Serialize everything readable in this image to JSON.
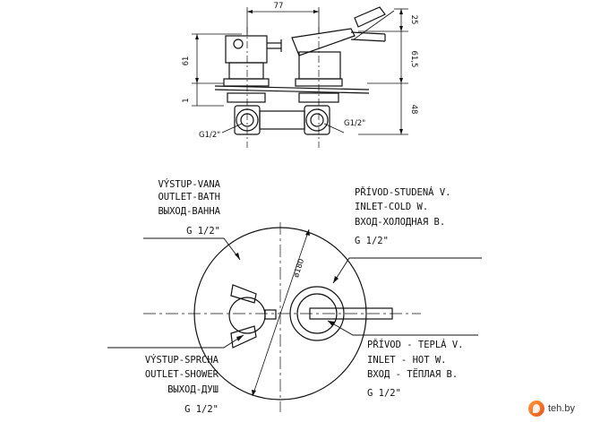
{
  "top_view": {
    "dim_width": "77",
    "dim_height_left": "61",
    "dim_small_left": "1",
    "dim_top_right": "25",
    "dim_mid_right": "61,5",
    "dim_bottom_right": "48",
    "thread_left": "G1/2\"",
    "thread_right": "G1/2\""
  },
  "front_view": {
    "diameter": "ø180"
  },
  "labels": {
    "outlet_bath": [
      "VÝSTUP-VANA",
      "OUTLET-BATH",
      "ВЫХОД-ВАННА",
      "G 1/2\""
    ],
    "inlet_cold": [
      "PŘÍVOD-STUDENÁ V.",
      "INLET-COLD W.",
      "ВХОД-ХОЛОДНАЯ В.",
      "G 1/2\""
    ],
    "outlet_shower": [
      "VÝSTUP-SPRCHA",
      "OUTLET-SHOWER",
      "ВЫХОД-ДУШ",
      "G 1/2\""
    ],
    "inlet_hot": [
      "PŘÍVOD - TEPLÁ V.",
      "INLET - HOT W.",
      "ВХОД - ТЁПЛАЯ В.",
      "G 1/2\""
    ]
  },
  "watermark": {
    "text": "teh.by",
    "logo_icon": "teh-by-logo-icon"
  }
}
